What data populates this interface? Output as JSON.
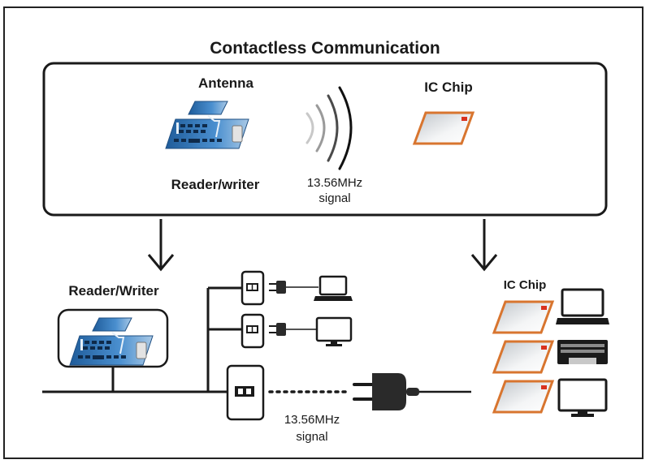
{
  "title": "Contactless Communication",
  "top_panel": {
    "antenna_label": "Antenna",
    "reader_label": "Reader/writer",
    "signal_label_line1": "13.56MHz",
    "signal_label_line2": "signal",
    "ic_chip_label": "IC Chip"
  },
  "bottom_left": {
    "reader_label": "Reader/Writer",
    "signal_label_line1": "13.56MHz",
    "signal_label_line2": "signal",
    "devices": [
      "laptop",
      "monitor"
    ]
  },
  "bottom_right": {
    "ic_chip_label": "IC Chip",
    "paired_devices": [
      "laptop",
      "printer",
      "monitor"
    ]
  },
  "colors": {
    "line": "#1a1a1a",
    "reader_blue": "#2f6fae",
    "chip_border": "#d8752f",
    "chip_dot": "#d9321f",
    "chip_fill": "#d9dcdf"
  }
}
